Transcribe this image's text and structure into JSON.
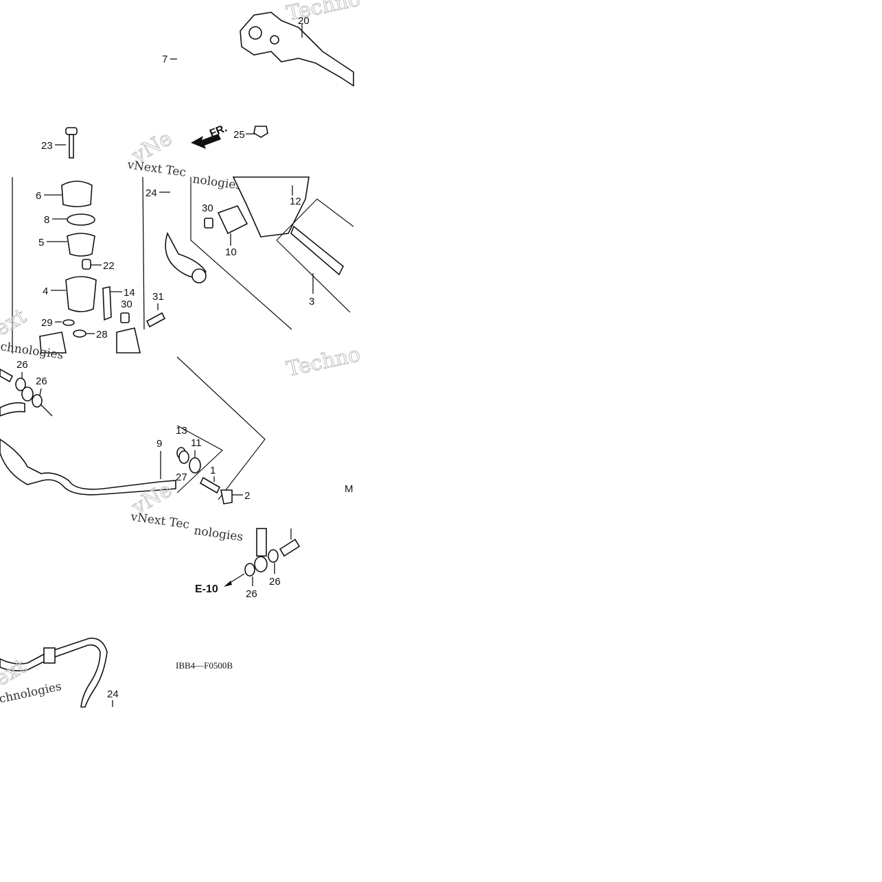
{
  "callouts": {
    "c20": "20",
    "c7": "7",
    "c23": "23",
    "c25": "25",
    "c24a": "24",
    "c6": "6",
    "c8": "8",
    "c5": "5",
    "c22": "22",
    "c4": "4",
    "c14": "14",
    "c30a": "30",
    "c31": "31",
    "c29": "29",
    "c28": "28",
    "c30b": "30",
    "c10": "10",
    "c12": "12",
    "c3": "3",
    "c26a": "26",
    "c26b": "26",
    "c13": "13",
    "c11": "11",
    "c9": "9",
    "c27": "27",
    "c1": "1",
    "c2": "2",
    "c26c": "26",
    "c26d": "26",
    "c24b": "24"
  },
  "marks": {
    "front": "FR.",
    "ref": "E-10",
    "code": "IBB4—F0500B",
    "edge_m": "M"
  },
  "watermarks": {
    "w1": "Techno",
    "w2": "vNext Tec",
    "w3": "nologies",
    "w4": "vNe",
    "w5": "ext",
    "w6": "chnologies",
    "w7": "Techno",
    "w8": "vNext Tec",
    "w9": "nologies",
    "w10": "vNe",
    "w11": "ext",
    "w12": "chnologies"
  }
}
